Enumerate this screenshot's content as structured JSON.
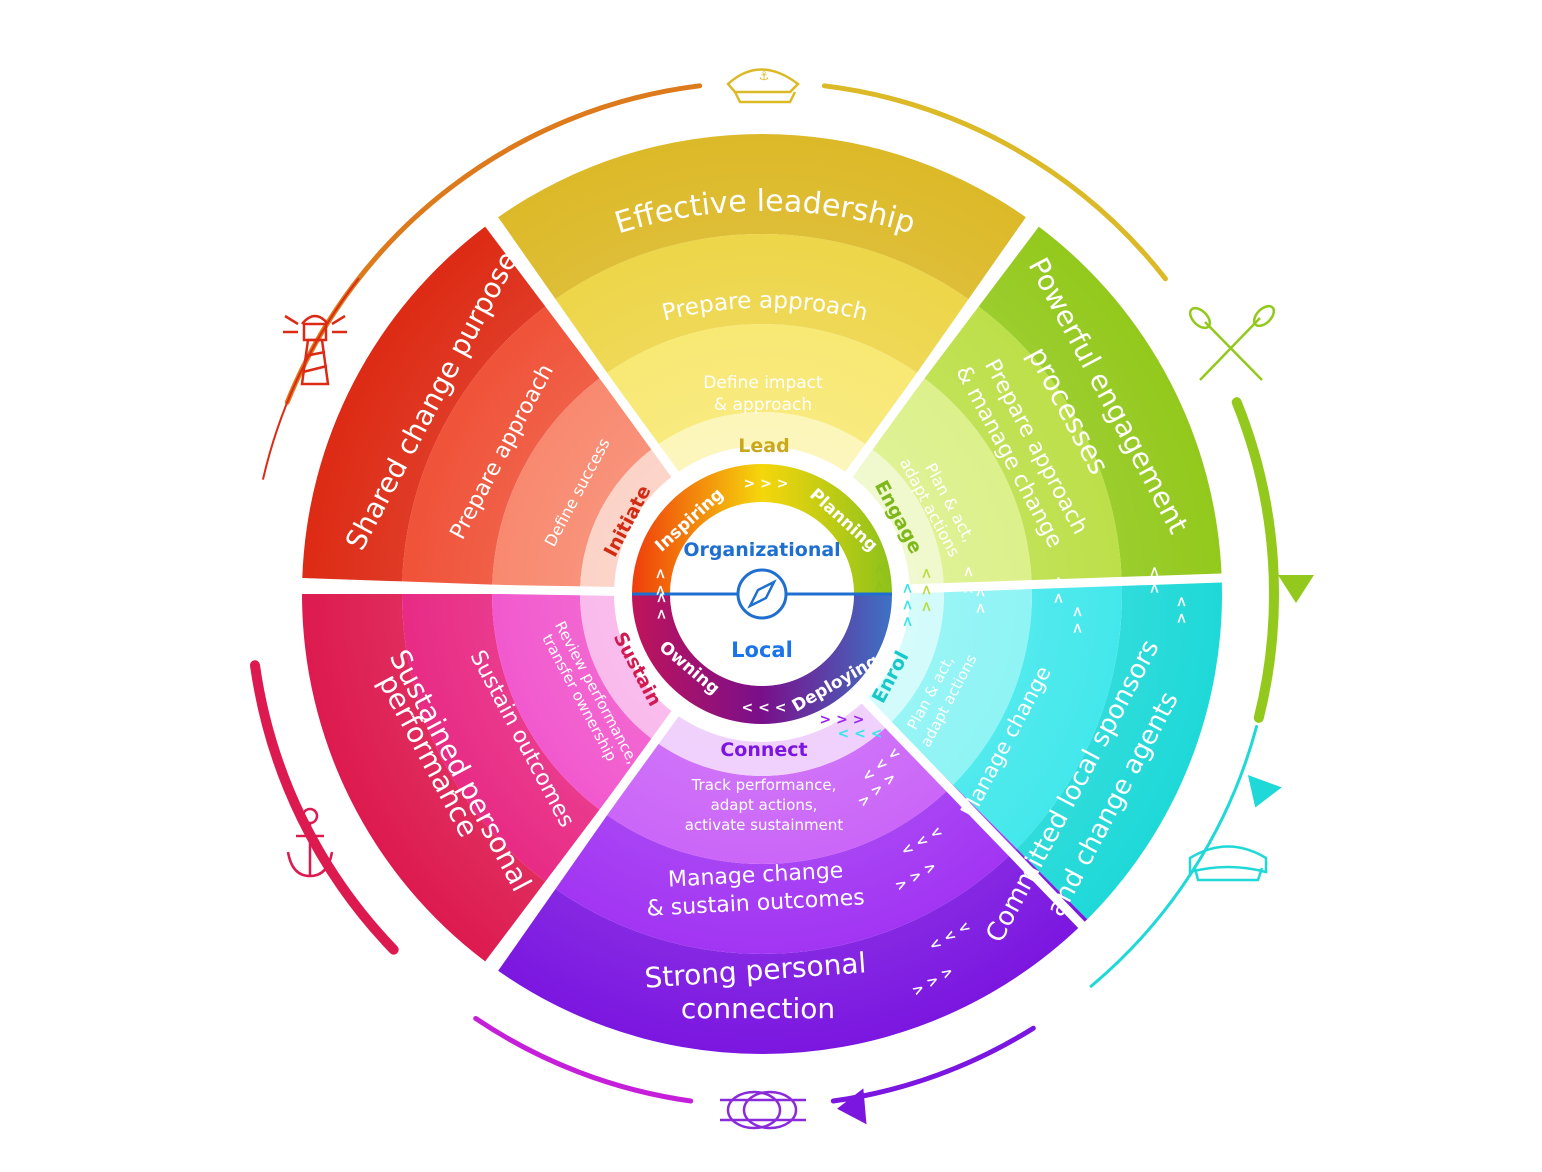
{
  "core": {
    "top_label": "Organizational",
    "bottom_label": "Local",
    "top_color": "#1f6fd0",
    "bottom_color": "#1a73e8"
  },
  "inner_ring": {
    "items": [
      "Inspiring",
      "Planning",
      "Deploying",
      "Owning"
    ]
  },
  "phases": {
    "lead": "Lead",
    "engage": "Engage",
    "enrol": "Enrol",
    "connect": "Connect",
    "sustain": "Sustain",
    "initiate": "Initiate"
  },
  "sectors": {
    "leadership": {
      "outer": "Effective leadership",
      "middle": "Prepare approach",
      "inner_line1": "Define impact",
      "inner_line2": "& approach",
      "color": "#dcb927"
    },
    "engagement": {
      "outer_line1": "Powerful engagement",
      "outer_line2": "processes",
      "middle_line1": "Prepare approach",
      "middle_line2": "& manage change",
      "inner_line1": "Plan & act,",
      "inner_line2": "adapt actions",
      "color": "#93c91c"
    },
    "sponsors": {
      "outer_line1": "Committed local sponsors",
      "outer_line2": "and change agents",
      "middle": "Manage change",
      "inner_line1": "Plan & act,",
      "inner_line2": "adapt actions",
      "color": "#1ed9d8"
    },
    "connection": {
      "outer_line1": "Strong personal",
      "outer_line2": "connection",
      "middle_line1": "Manage change",
      "middle_line2": "& sustain outcomes",
      "inner_line1": "Track performance,",
      "inner_line2": "adapt actions,",
      "inner_line3": "activate sustainment",
      "color": "#7b16e0"
    },
    "performance": {
      "outer_line1": "Sustained personal",
      "outer_line2": "performance",
      "middle": "Sustain outcomes",
      "inner_line1": "Review performance,",
      "inner_line2": "transfer ownership",
      "color": "#dd1a4f"
    },
    "purpose": {
      "outer": "Shared change purpose",
      "middle": "Prepare approach",
      "inner": "Define success",
      "color": "#dd2a14"
    }
  },
  "icons": [
    "captain-hat-icon",
    "crossed-oars-icon",
    "sailor-hat-icon",
    "knot-icon",
    "anchor-icon",
    "lighthouse-icon",
    "compass-icon"
  ]
}
